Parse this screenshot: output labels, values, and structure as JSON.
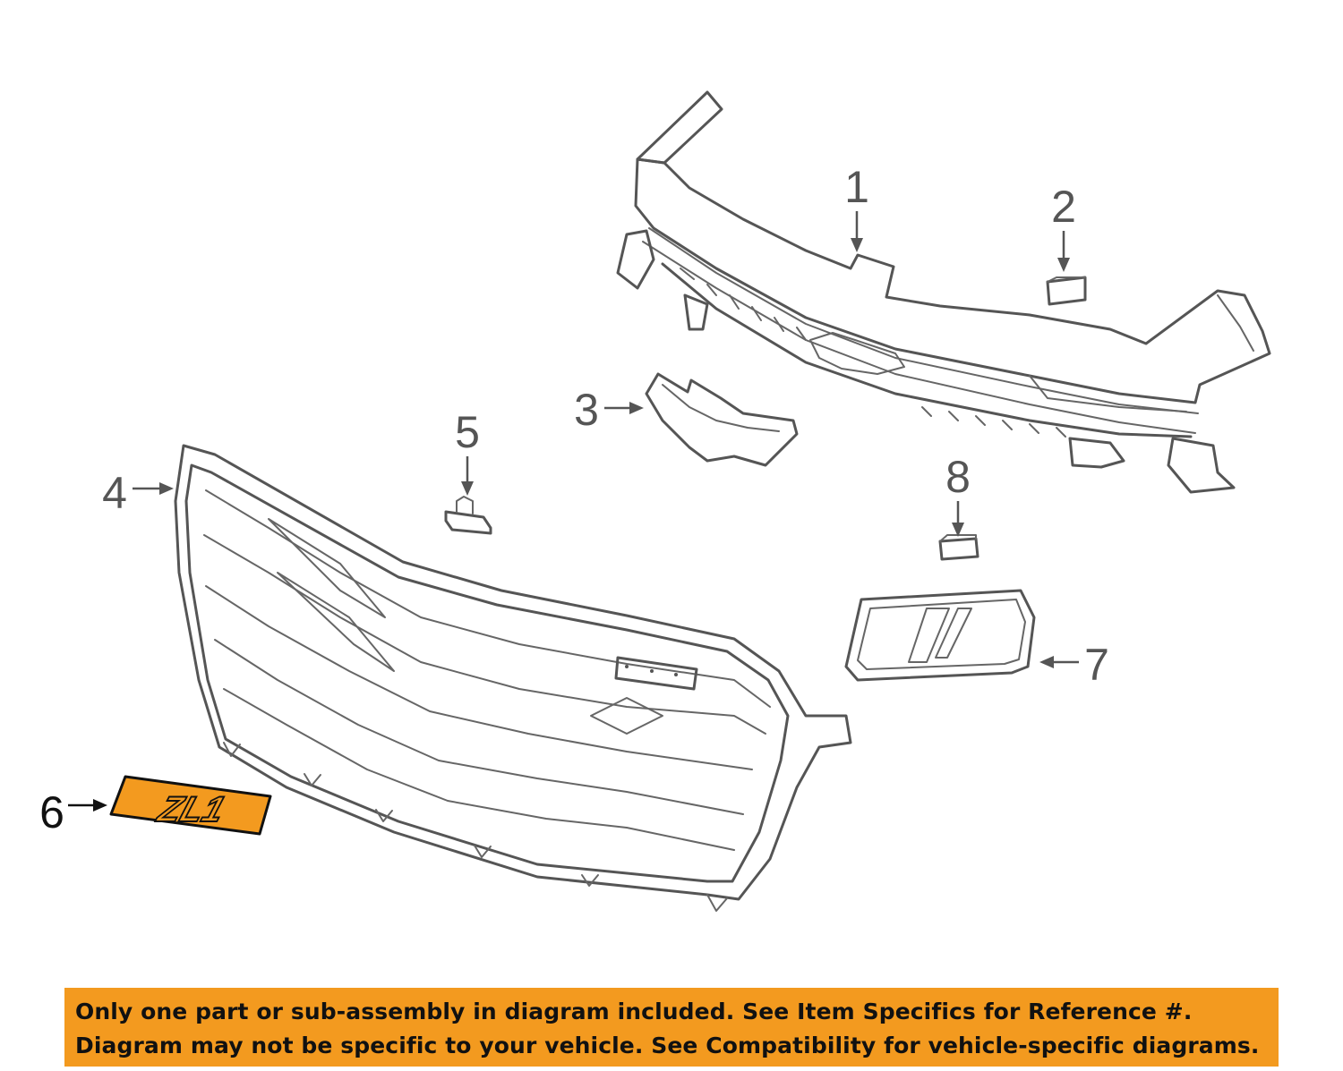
{
  "diagram": {
    "callouts": [
      "1",
      "2",
      "3",
      "4",
      "5",
      "6",
      "7",
      "8"
    ],
    "highlight_color": "#f39a1f",
    "line_color": "#555555",
    "emblem_text": "ZL1"
  },
  "banner": {
    "line1": "Only one part or sub-assembly in diagram included. See Item Specifics for Reference #.",
    "line2": "Diagram may not be specific to your vehicle. See Compatibility for vehicle-specific diagrams.",
    "background": "#f39a1f"
  }
}
